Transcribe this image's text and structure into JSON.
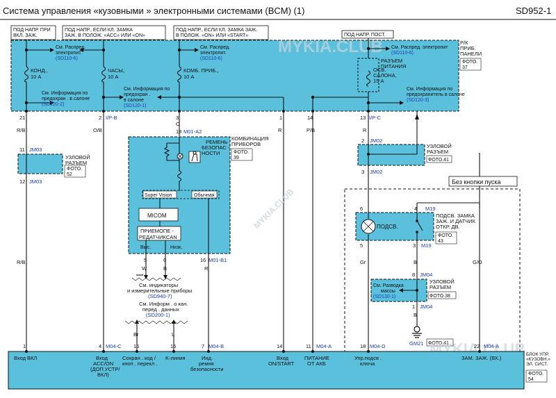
{
  "header": {
    "title": "Система   управления   «кузовными  » электронными   системами (BCM) (1)",
    "code": "SD952-1"
  },
  "watermark": "MYKIA.CLUB",
  "supplies": {
    "s1": [
      "ПОД НАПР. ПРИ",
      "ВКЛ. ЗАЖ."
    ],
    "s2": [
      "ПОД НАПР., ЕСЛИ КЛ. ЗАМКА",
      "ЗАЖ. В ПОЛОЖ. «ACC» ИЛИ «ON»"
    ],
    "s3": [
      "ПОД НАПР., ЕСЛИ КЛ. ЗАМКА ЗАЖ.",
      "В ПОЛОЖ. «ON» ИЛИ «START»"
    ],
    "s4": [
      "ПОД НАПР. ПОСТ."
    ]
  },
  "top_panel": {
    "label": [
      "Р/К",
      "ПРИБ.",
      "ПАНЕЛИ"
    ],
    "photo": [
      "ФОТО.",
      "37"
    ],
    "fuse1": [
      "КОНД.,",
      "10 А"
    ],
    "fuse2": [
      "ЧАСЫ,",
      "10 А"
    ],
    "fuse3": [
      "КОМБ. ПРИБ.,",
      "10 А"
    ],
    "fuse4": [
      "ОСВ.",
      "САЛОНА,",
      "15 А"
    ],
    "fuse_conn": [
      "РАЗЪЕМ",
      "ПИТАНИЯ"
    ],
    "ref1": [
      "См. Распред.",
      "электропит.",
      "(SD110-6)"
    ],
    "ref2": [
      "См. Распред.",
      "электропит.",
      "(SD110-6)"
    ],
    "ref3": [
      "См. Распред.  электропит",
      "(SD110-6)"
    ],
    "info1": [
      "См. Информация   по",
      "предохран . в салоне",
      "(SD120-2)"
    ],
    "info2": [
      "См. Информация   по",
      "предохран .",
      "в салоне",
      "(SD120-1)"
    ],
    "info3": [
      "См. Информация   по",
      "предохранитель   в салоне",
      "(SD120-3)"
    ]
  },
  "pins_top": [
    "21",
    "2",
    "I/P-B",
    "3",
    "1",
    "14",
    "13",
    "I/P-C"
  ],
  "wires": {
    "w1": "R/B",
    "w2": "O/B",
    "w3": "O",
    "w4": "R",
    "w5": "P/B",
    "w6": "R",
    "w7": "R/B",
    "w8": "W",
    "w9": "B",
    "w10": "Br",
    "w11": "L",
    "w12": "Gr",
    "w13": "B",
    "w14": "G/O"
  },
  "jm03": {
    "pin_top": "11",
    "pin_bot": "12",
    "name": "JM03",
    "label": [
      "УЗЛОВОЙ",
      "РАЗЪЕМ"
    ],
    "photo": [
      "ФОТО.",
      "52"
    ]
  },
  "jm02": {
    "pin_top": "2",
    "pin_bot": "3",
    "name": "JM02",
    "label": [
      "УЗЛОВОЙ",
      "РАЗЪЕМ"
    ],
    "photo": "ФОТО.41"
  },
  "cluster": {
    "pin_top": "18",
    "conn_top": "M01-A2",
    "label": [
      "КОМБИНАЦИЯ",
      "ПРИБОРОВ"
    ],
    "photo": [
      "ФОТО.",
      "39"
    ],
    "belt": [
      "РЕМЕНЬ",
      "БЕЗОПАС -",
      "НОСТИ"
    ],
    "super_vision": "Super Vision",
    "normal": "Обычная",
    "micom": "MICOM",
    "transceiver": [
      "ПРИЕМОПЕ -",
      "РЕДАТЧИКCAN"
    ],
    "high": "Выс.",
    "low": "Низк.",
    "pin5": "5",
    "pin6": "6",
    "pin16": "16",
    "conn_bot": "M01-B1"
  },
  "ref_indicators": [
    "См. индикаторы",
    "и измерительные    приборы",
    "(SD940-7)"
  ],
  "ref_data": [
    "См. Информ . о кан.",
    "перед . данных",
    "(SD200-1)"
  ],
  "no_start_button": "Без кнопки пуска",
  "switch": {
    "pin6": "6",
    "pin4": "4",
    "conn": "M19",
    "illum": "ПОДСВ.",
    "label": [
      "ПОДСВ. ЗАМКА",
      "ЗАЖ. И ДАТЧИК",
      "ОТКР. ДВ."
    ],
    "photo": [
      "ФОТО.",
      "43"
    ],
    "pin5": "5",
    "pin3": "3",
    "conn2": "M19"
  },
  "jm04": {
    "pin_top": "8",
    "pin_bot": "1",
    "name": "JM04",
    "label": [
      "См. Разводка",
      "массы",
      "(SD130-1)"
    ],
    "node": [
      "УЗЛОВОЙ",
      "РАЗЪЕМ"
    ],
    "photo": "ФОТО.38"
  },
  "ground": {
    "name": "GM21",
    "photo": "ФОТО.41"
  },
  "pins_bottom": [
    "1",
    "4",
    "M04-C",
    "16",
    "15",
    "7",
    "M04-B",
    "14",
    "11",
    "M04-A",
    "18",
    "M04-D",
    "22",
    "M04-A"
  ],
  "bcm": {
    "labels": [
      [
        "Вход ВКЛ"
      ],
      [
        "Вход",
        "ACC/ON",
        "(ДОП.УСТР/",
        "ВКЛ)"
      ],
      [
        "Сохран . код /",
        "кноп . перекл ."
      ],
      [
        "K-линия"
      ],
      [
        "Инд.",
        "ремня",
        "безопасности"
      ],
      [
        "Вход",
        "ON/START"
      ],
      [
        "ПИТАНИЕ",
        "ОТ АКБ"
      ],
      [
        "Упр.подсв .",
        "ключа"
      ],
      [
        "ЗАМ. ЗАЖ. (ВХ.)"
      ]
    ],
    "side_label": [
      "БЛОК УПР.",
      "«КУЗОВН.»",
      "ЭЛ. СИСТ.",
      "ФОТО.",
      "54"
    ]
  },
  "colors": {
    "fill": "#5bc0dc",
    "blue_text": "#1a3cb0",
    "line": "#111111"
  }
}
